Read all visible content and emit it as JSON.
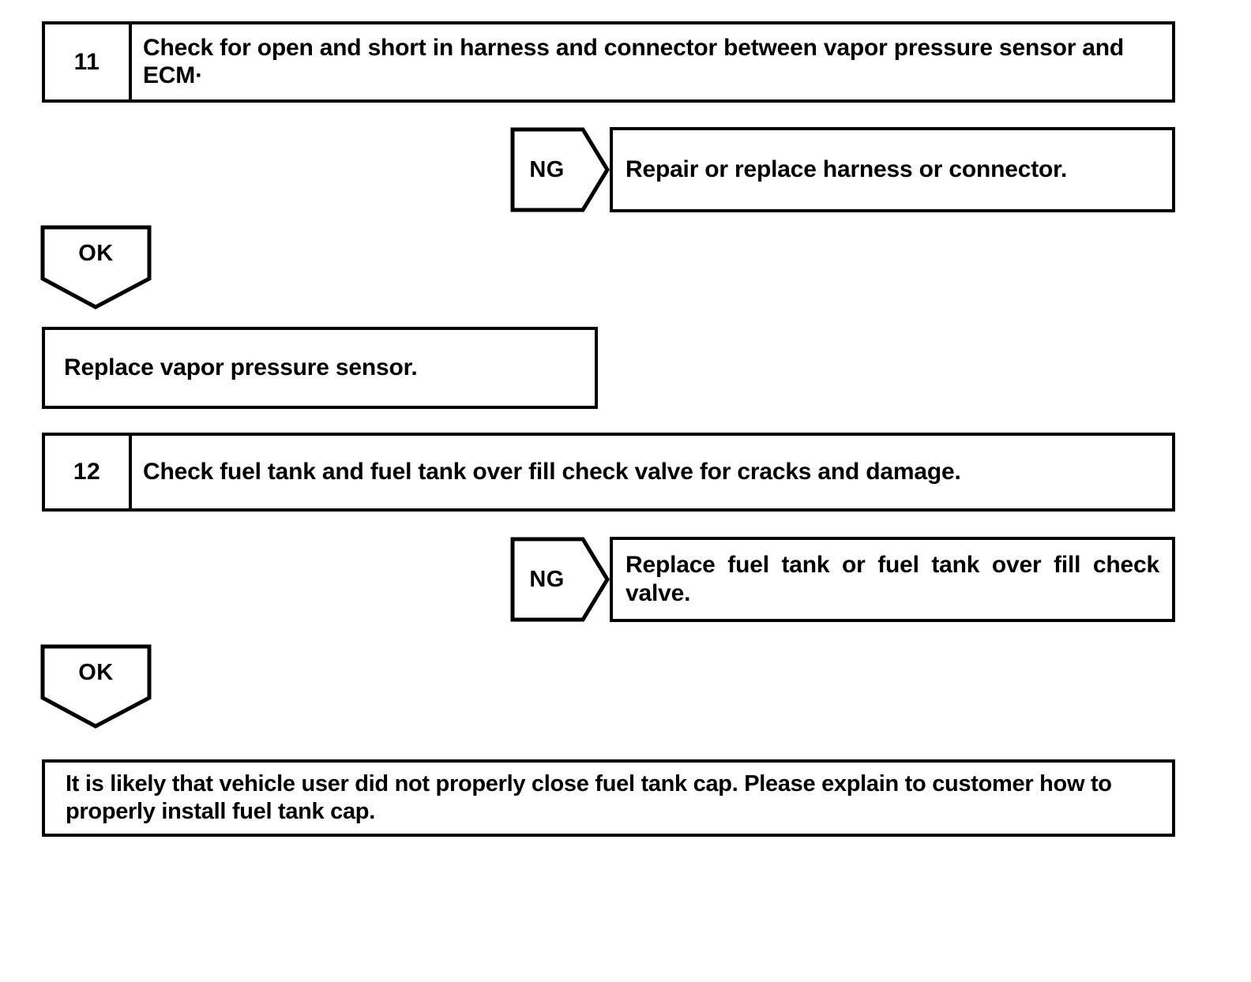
{
  "document": {
    "type": "diagnostic-troubleshooting-flowchart",
    "background_color": "#ffffff",
    "line_color": "#000000",
    "text_color": "#000000"
  },
  "steps": [
    {
      "number": "11",
      "instruction": "Check for open and short in harness and connector between vapor pressure sensor and ECM·",
      "branch": {
        "label": "NG",
        "result": "Repair or replace harness or connector."
      },
      "pass": {
        "label": "OK",
        "result": "Replace vapor pressure sensor."
      }
    },
    {
      "number": "12",
      "instruction": "Check fuel tank and fuel tank over fill check valve for cracks and damage.",
      "branch": {
        "label": "NG",
        "result": "Replace fuel tank or fuel tank over fill check valve."
      },
      "pass": {
        "label": "OK",
        "result": "It is likely that vehicle user did not properly close fuel tank cap. Please explain to customer how to properly install fuel tank cap."
      }
    }
  ]
}
